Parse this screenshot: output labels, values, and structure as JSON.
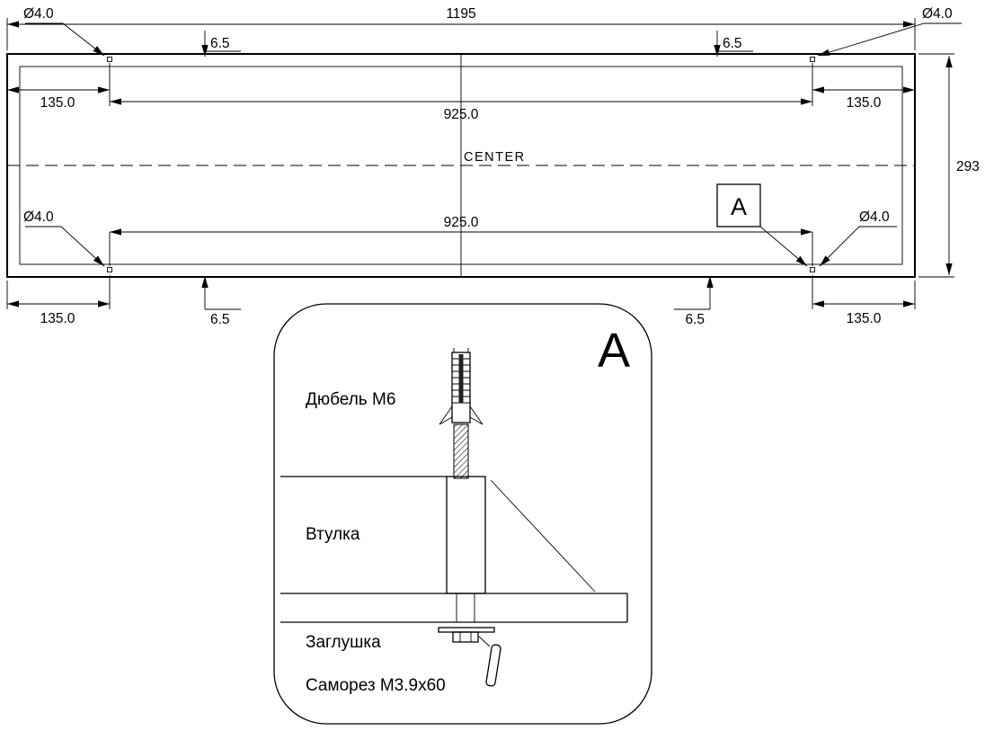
{
  "panel_view": {
    "overall_width": "1195",
    "overall_height": "293",
    "center_label": "CENTER",
    "detail_callout": "A",
    "hole_diameter": "Ø4.0",
    "edge_offset": "135.0",
    "hole_spacing": "925.0",
    "vertical_offset": "6.5"
  },
  "detail_view": {
    "title": "А",
    "parts": {
      "dowel": "Дюбель М6",
      "sleeve": "Втулка",
      "cap": "Заглушка",
      "screw": "Саморез М3.9х60"
    }
  }
}
